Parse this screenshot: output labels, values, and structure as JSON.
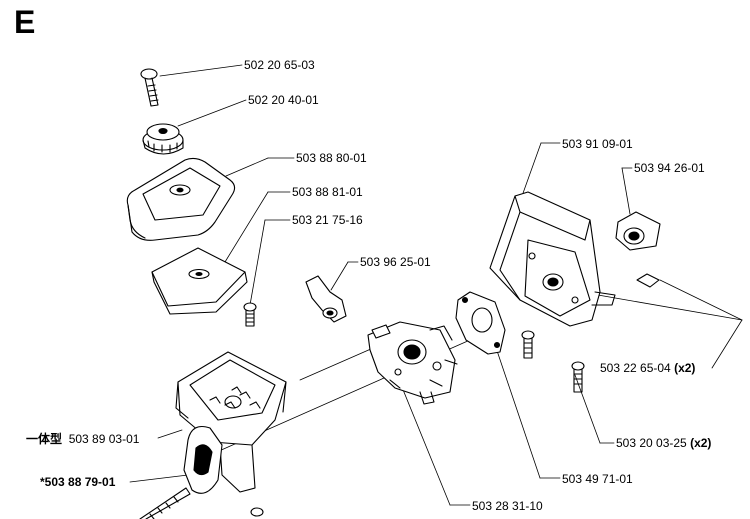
{
  "section_letter": "E",
  "parts": [
    {
      "id": "p1",
      "number": "502 20 65-03",
      "qty": ""
    },
    {
      "id": "p2",
      "number": "502 20 40-01",
      "qty": ""
    },
    {
      "id": "p3",
      "number": "503 88 80-01",
      "qty": ""
    },
    {
      "id": "p4",
      "number": "503 88 81-01",
      "qty": ""
    },
    {
      "id": "p5",
      "number": "503 21 75-16",
      "qty": ""
    },
    {
      "id": "p6",
      "number": "503 96 25-01",
      "qty": ""
    },
    {
      "id": "p7",
      "number": "503 91 09-01",
      "qty": ""
    },
    {
      "id": "p8",
      "number": "503 94 26-01",
      "qty": ""
    },
    {
      "id": "p9",
      "number": "503 22 65-04",
      "qty": "(x2)"
    },
    {
      "id": "p10",
      "number": "503 20 03-25",
      "qty": "(x2)"
    },
    {
      "id": "p11",
      "number": "503 89 03-01",
      "prefix": "一体型",
      "qty": ""
    },
    {
      "id": "p12",
      "number": "*503 88 79-01",
      "qty": ""
    },
    {
      "id": "p13",
      "number": "503 49 71-01",
      "qty": ""
    },
    {
      "id": "p14",
      "number": "503 28 31-10",
      "qty": ""
    }
  ]
}
